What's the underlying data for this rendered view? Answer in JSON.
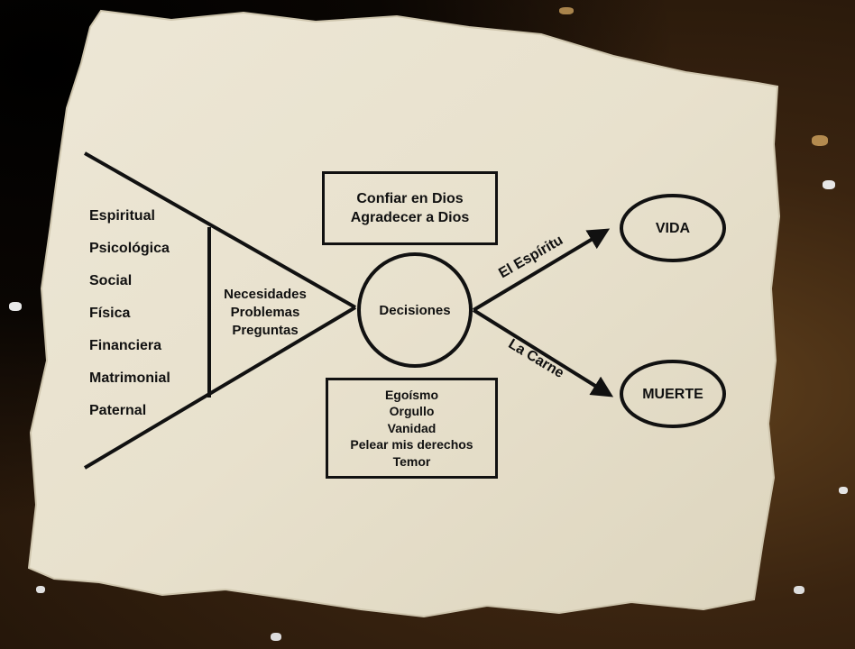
{
  "left_list": [
    "Espiritual",
    "Psicológica",
    "Social",
    "Física",
    "Financiera",
    "Matrimonial",
    "Paternal"
  ],
  "middle": [
    "Necesidades",
    "Problemas",
    "Preguntas"
  ],
  "center": "Decisiones",
  "top_box": [
    "Confiar en Dios",
    "Agradecer a Dios"
  ],
  "bottom_box": [
    "Egoísmo",
    "Orgullo",
    "Vanidad",
    "Pelear mis derechos",
    "Temor"
  ],
  "upper_arrow_label": "El Espíritu",
  "lower_arrow_label": "La Carne",
  "outcome_top": "VIDA",
  "outcome_bottom": "MUERTE",
  "colors": {
    "paper": "#e9e3d2",
    "ink": "#111111",
    "soil": "#4a3015"
  }
}
